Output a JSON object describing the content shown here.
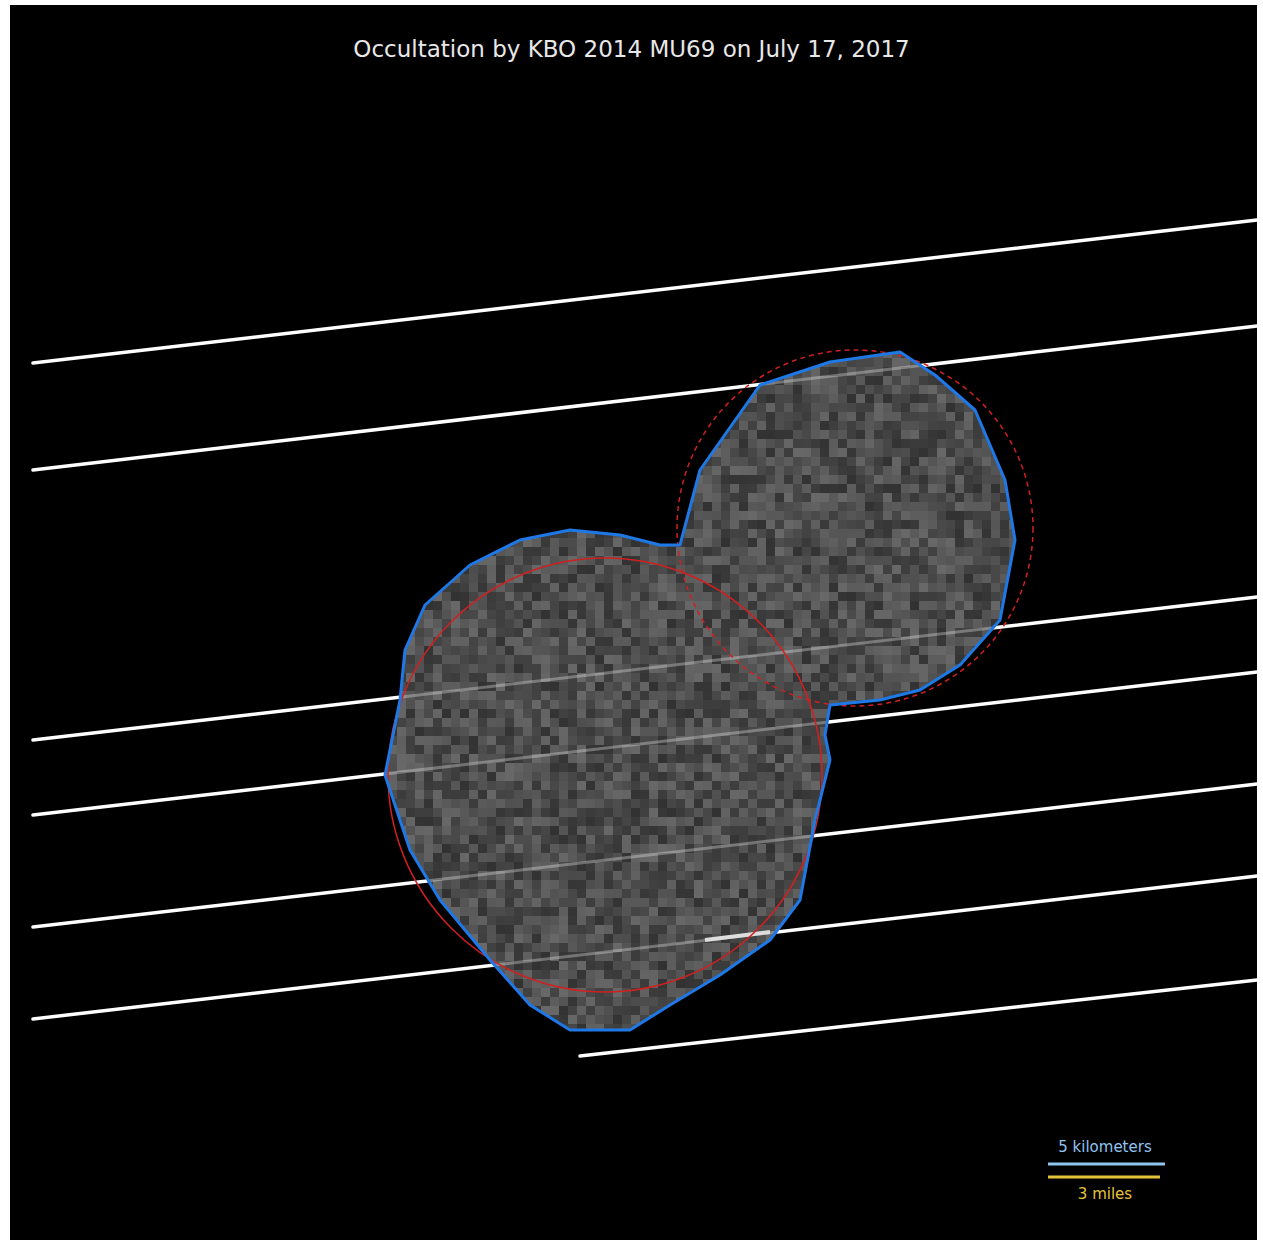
{
  "diagram": {
    "title": "Occultation by KBO 2014 MU69 on July 17, 2017",
    "labels": [
      "5 kilometers",
      "3 miles"
    ]
  }
}
